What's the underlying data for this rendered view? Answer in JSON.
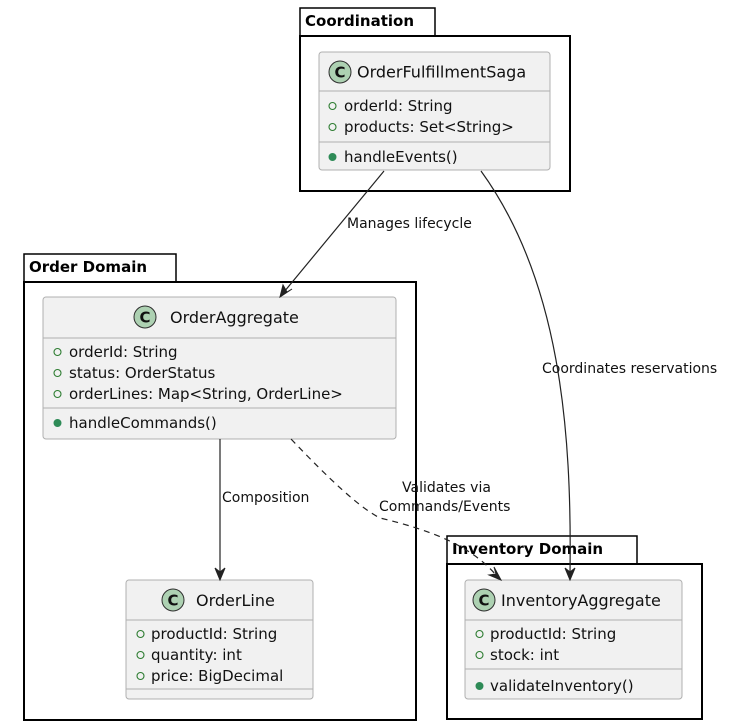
{
  "packages": {
    "coordination": "Coordination",
    "order_domain": "Order Domain",
    "inventory_domain": "Inventory Domain"
  },
  "badge_letter": "C",
  "classes": {
    "saga": {
      "name": "OrderFulfillmentSaga",
      "fields": [
        "orderId: String",
        "products: Set<String>"
      ],
      "methods": [
        "handleEvents()"
      ]
    },
    "order_aggregate": {
      "name": "OrderAggregate",
      "fields": [
        "orderId: String",
        "status: OrderStatus",
        "orderLines: Map<String, OrderLine>"
      ],
      "methods": [
        "handleCommands()"
      ]
    },
    "order_line": {
      "name": "OrderLine",
      "fields": [
        "productId: String",
        "quantity: int",
        "price: BigDecimal"
      ],
      "methods": []
    },
    "inventory_aggregate": {
      "name": "InventoryAggregate",
      "fields": [
        "productId: String",
        "stock: int"
      ],
      "methods": [
        "validateInventory()"
      ]
    }
  },
  "edges": {
    "manages": "Manages lifecycle",
    "coordinates": "Coordinates reservations",
    "composition": "Composition",
    "validates_line1": "Validates via",
    "validates_line2": "Commands/Events"
  },
  "colors": {
    "class_fill": "#f1f1f1",
    "badge_fill": "#add1b2",
    "visibility_green": "#2e8b57"
  }
}
